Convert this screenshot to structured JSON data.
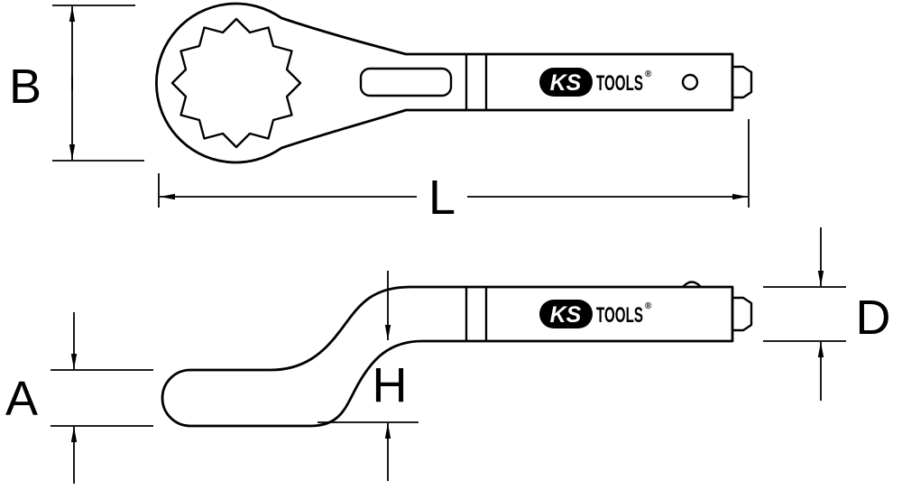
{
  "colors": {
    "line": "#000000",
    "background": "#ffffff",
    "logo_badge": "#000000",
    "logo_text": "#ffffff"
  },
  "dimensions": {
    "b": "B",
    "l": "L",
    "a": "A",
    "h": "H",
    "d": "D"
  },
  "brand": {
    "ks": "KS",
    "tools": "TOOLS",
    "registered": "®"
  }
}
